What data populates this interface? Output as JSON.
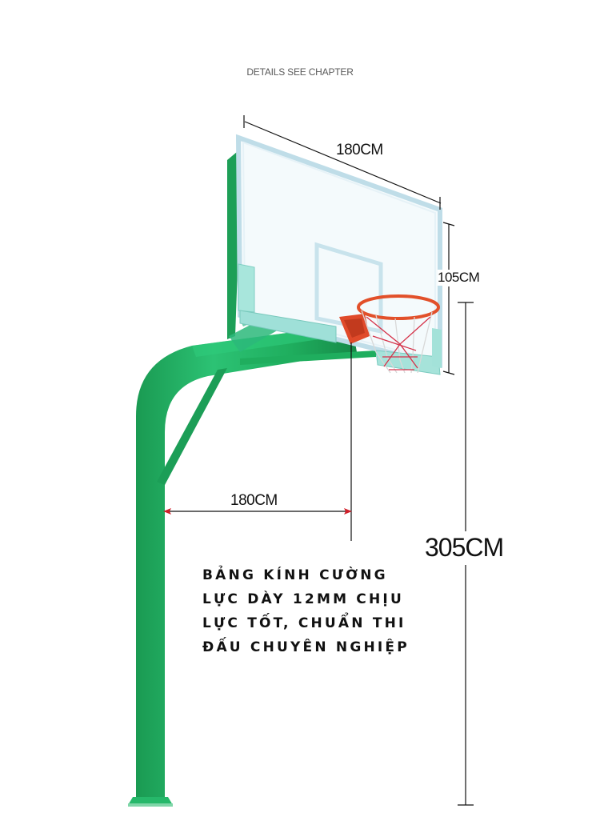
{
  "header": {
    "caption": "DETAILS SEE CHAPTER"
  },
  "dimensions": {
    "backboard_width": "180CM",
    "backboard_height": "105CM",
    "overhang": "180CM",
    "rim_height": "305CM"
  },
  "description": {
    "lines": [
      "BẢNG KÍNH CƯỜNG",
      "LỰC DÀY 12MM CHỊU",
      "LỰC TỐT, CHUẨN THI",
      "ĐẤU CHUYÊN NGHIỆP"
    ]
  },
  "colors": {
    "pole_green": "#1fae5e",
    "pole_dark": "#15874a",
    "backboard_frame": "#cfe7ef",
    "pad_cyan": "#9fe0d8",
    "rim_orange": "#e2502a",
    "arrow_red": "#d0202a",
    "text": "#111111"
  }
}
